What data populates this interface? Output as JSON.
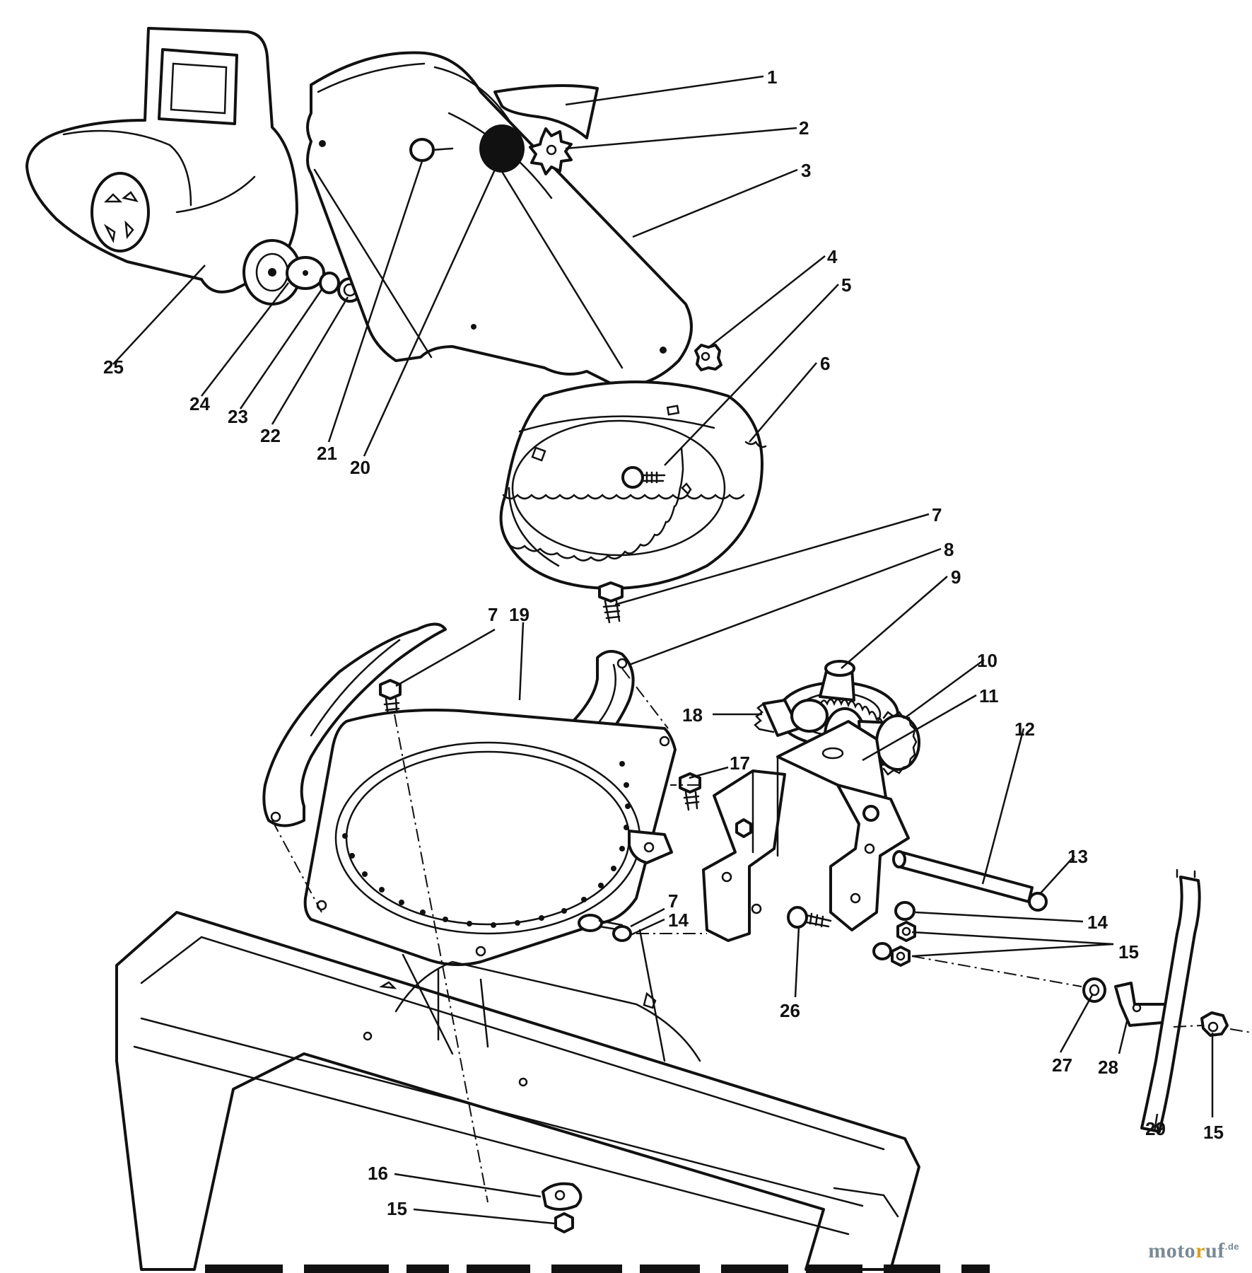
{
  "diagram": {
    "callouts": {
      "c1": "1",
      "c2": "2",
      "c3": "3",
      "c4": "4",
      "c5": "5",
      "c6": "6",
      "c7a": "7",
      "c7b": "7",
      "c7c": "7",
      "c8": "8",
      "c9": "9",
      "c10": "10",
      "c11": "11",
      "c12": "12",
      "c13": "13",
      "c14a": "14",
      "c14b": "14",
      "c15a": "15",
      "c15b": "15",
      "c15c": "15",
      "c16": "16",
      "c17": "17",
      "c18": "18",
      "c19": "19",
      "c20": "20",
      "c21": "21",
      "c22": "22",
      "c23": "23",
      "c24": "24",
      "c25": "25",
      "c26": "26",
      "c27": "27",
      "c28": "28",
      "c29": "29"
    }
  },
  "watermark": {
    "part1": "moto",
    "part2": "r",
    "part3": "uf",
    "part4": ".de"
  },
  "colors": {
    "ink": "#111111",
    "paper": "#ffffff",
    "watermark_gray": "#7a8a95",
    "watermark_gold": "#d9a11e"
  }
}
